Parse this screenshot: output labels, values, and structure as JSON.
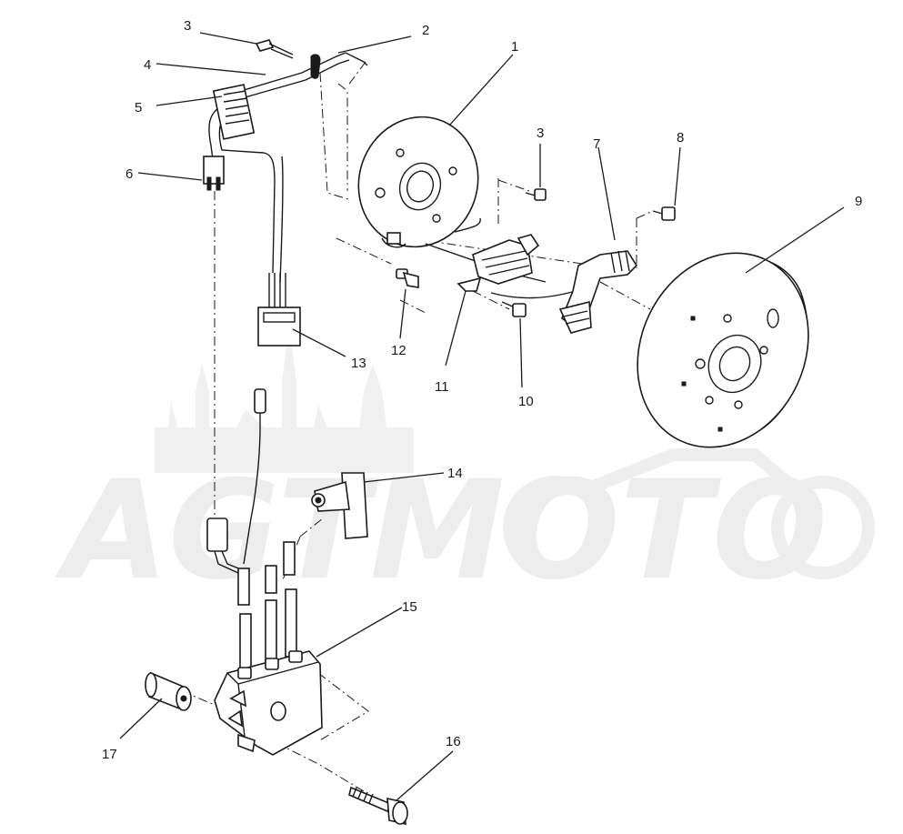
{
  "watermark": {
    "text": "AGTMOTO"
  },
  "callouts": {
    "c1": "1",
    "c2": "2",
    "c3a": "3",
    "c3b": "3",
    "c4": "4",
    "c5": "5",
    "c6": "6",
    "c7": "7",
    "c8": "8",
    "c9": "9",
    "c10": "10",
    "c11": "11",
    "c12": "12",
    "c13": "13",
    "c14": "14",
    "c15": "15",
    "c16": "16",
    "c17": "17"
  }
}
